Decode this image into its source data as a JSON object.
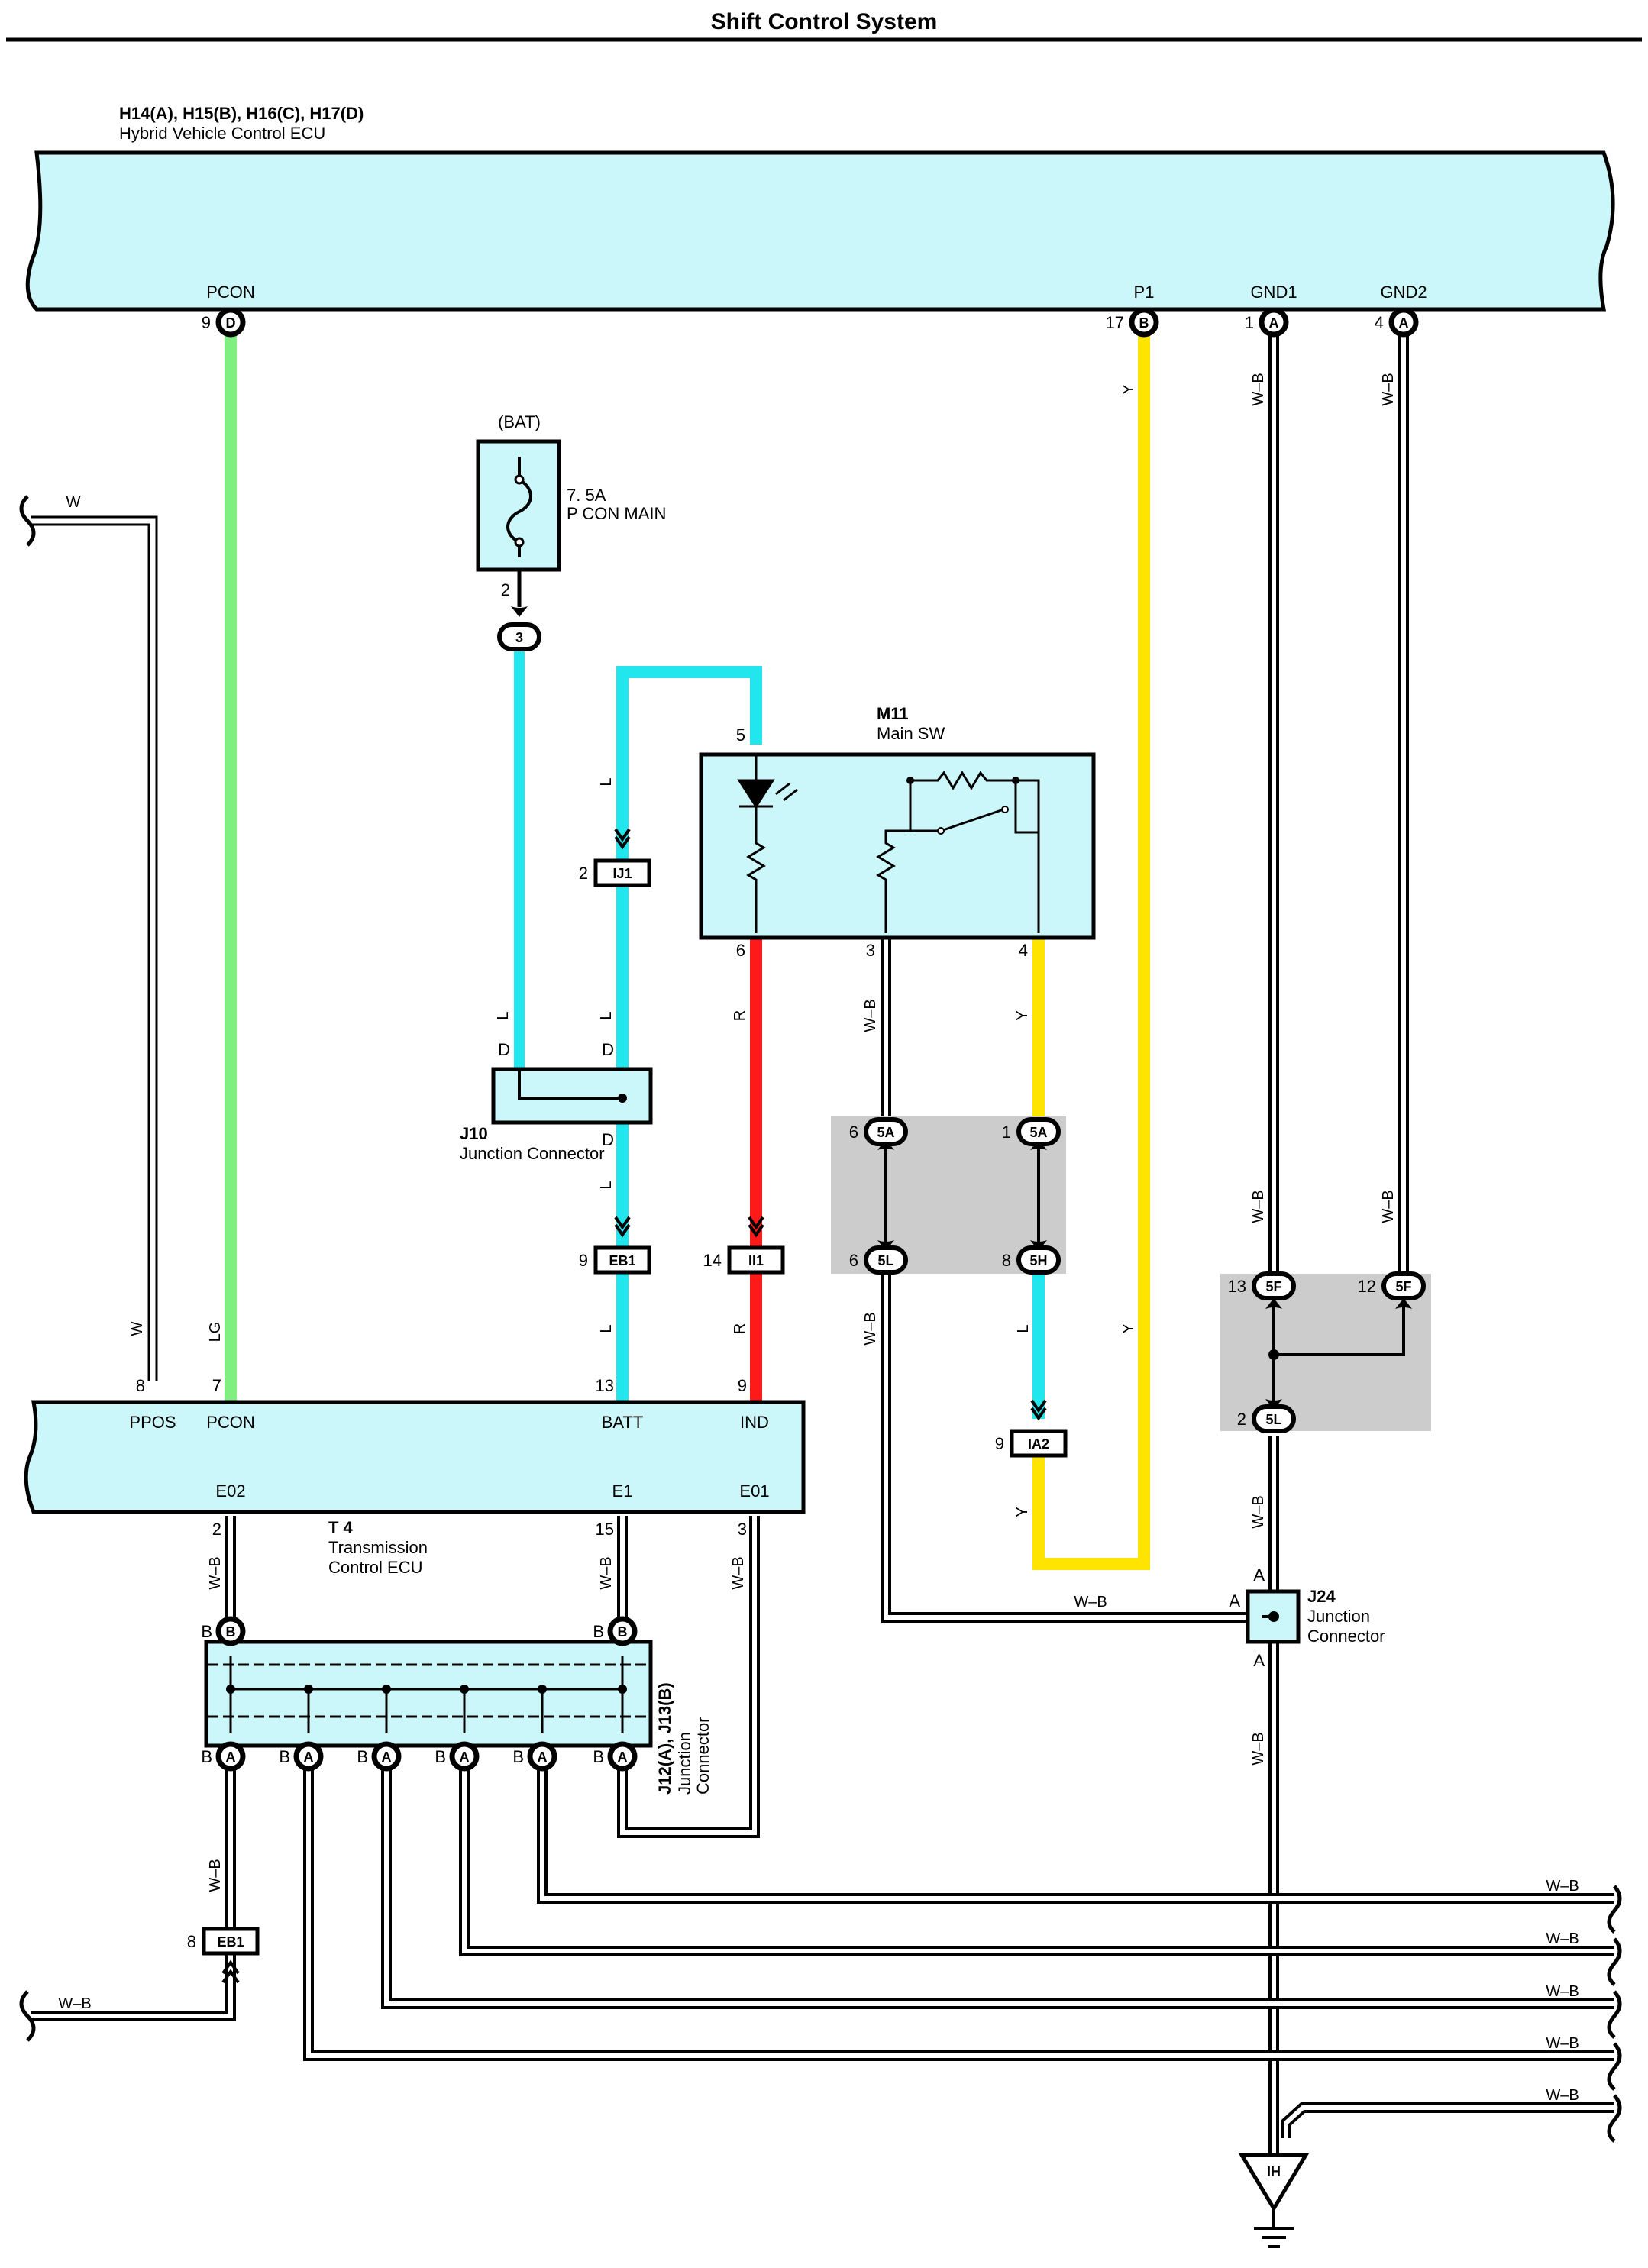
{
  "title": "Shift Control System",
  "colors": {
    "background": "#ffffff",
    "component_fill": "#ccf7fa",
    "junction_shade": "#cccccc",
    "wire_lg": "#80ee80",
    "wire_l": "#22e6ee",
    "wire_r": "#ff1a1a",
    "wire_y": "#ffe400",
    "wire_black": "#000000"
  },
  "hv_ecu": {
    "code": "H14(A), H15(B), H16(C), H17(D)",
    "name": "Hybrid Vehicle Control ECU",
    "terminals": [
      {
        "name": "PCON",
        "pin": "9",
        "connector": "D"
      },
      {
        "name": "P1",
        "pin": "17",
        "connector": "B"
      },
      {
        "name": "GND1",
        "pin": "1",
        "connector": "A"
      },
      {
        "name": "GND2",
        "pin": "4",
        "connector": "A"
      }
    ]
  },
  "fuse": {
    "source": "(BAT)",
    "rating": "7. 5A",
    "name": "P CON MAIN",
    "pin": "2",
    "connector": "3"
  },
  "main_sw": {
    "code": "M11",
    "name": "Main SW",
    "pins": [
      "5",
      "6",
      "3",
      "4"
    ]
  },
  "j10": {
    "code": "J10",
    "name": "Junction Connector",
    "pin_labels": [
      "D",
      "D",
      "D"
    ]
  },
  "connectors": {
    "ij1": {
      "label": "IJ1",
      "pin": "2"
    },
    "eb1_top": {
      "label": "EB1",
      "pin": "9"
    },
    "ii1": {
      "label": "II1",
      "pin": "14"
    },
    "ia2": {
      "label": "IA2",
      "pin": "9"
    },
    "eb1_bottom": {
      "label": "EB1",
      "pin": "8"
    },
    "c5a_left": {
      "label": "5A",
      "pin": "6"
    },
    "c5a_right": {
      "label": "5A",
      "pin": "1"
    },
    "c5l_left": {
      "label": "5L",
      "pin": "6"
    },
    "c5h": {
      "label": "5H",
      "pin": "8"
    },
    "c5f_left": {
      "label": "5F",
      "pin": "13"
    },
    "c5f_right": {
      "label": "5F",
      "pin": "12"
    },
    "c5l_ground": {
      "label": "5L",
      "pin": "2"
    }
  },
  "tcm": {
    "code": "T 4",
    "name_line1": "Transmission",
    "name_line2": "Control ECU",
    "top_terminals": [
      {
        "name": "PPOS",
        "pin": "8"
      },
      {
        "name": "PCON",
        "pin": "7"
      },
      {
        "name": "BATT",
        "pin": "13"
      },
      {
        "name": "IND",
        "pin": "9"
      }
    ],
    "bottom_terminals": [
      {
        "name": "E02",
        "pin": "2"
      },
      {
        "name": "E1",
        "pin": "15"
      },
      {
        "name": "E01",
        "pin": "3"
      }
    ]
  },
  "j12": {
    "code": "J12(A), J13(B)",
    "name_line1": "Junction",
    "name_line2": "Connector",
    "side_label": "B",
    "top_connector": "B",
    "bottom_connector": "A"
  },
  "j24": {
    "code": "J24",
    "name_line1": "Junction",
    "name_line2": "Connector",
    "pin_label": "A"
  },
  "ground": {
    "label": "IH"
  },
  "wire_labels": {
    "w": "W",
    "lg": "LG",
    "l": "L",
    "r": "R",
    "y": "Y",
    "wb": "W–B"
  }
}
